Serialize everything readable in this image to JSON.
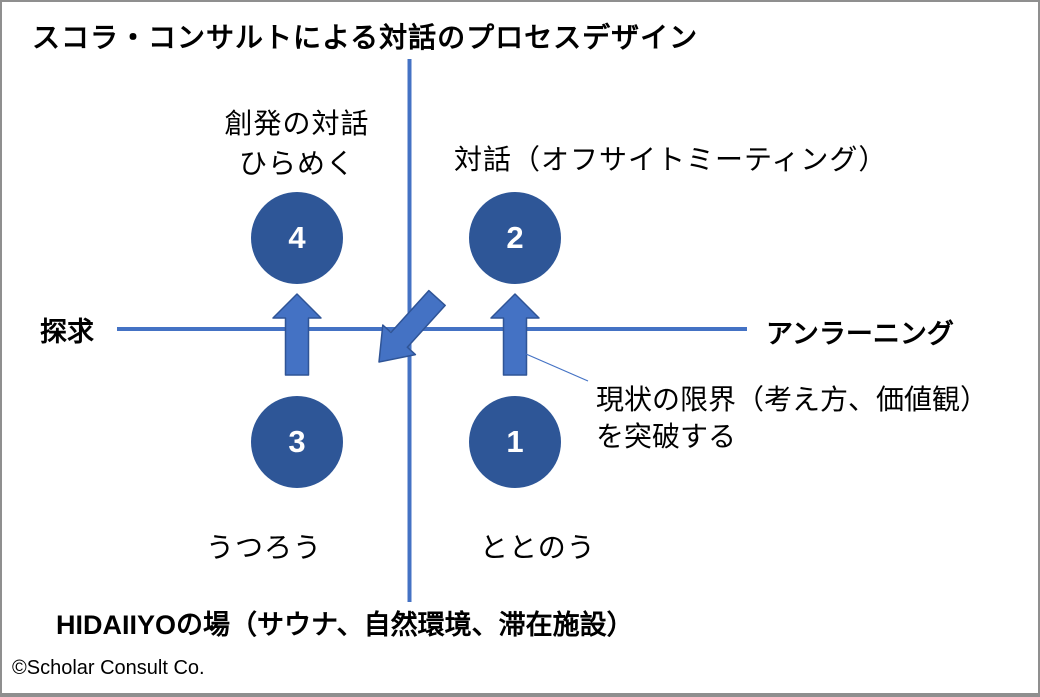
{
  "title": "スコラ・コンサルトによる対話のプロセスデザイン",
  "axes": {
    "left": "探求",
    "right": "アンラーニング"
  },
  "quadrant_labels": {
    "top_left_line1": "創発の対話",
    "top_left_line2": "ひらめく",
    "top_right": "対話（オフサイトミーティング）",
    "bottom_left": "うつろう",
    "bottom_right": "ととのう"
  },
  "steps": [
    {
      "number": "4",
      "position": "top-left"
    },
    {
      "number": "2",
      "position": "top-right"
    },
    {
      "number": "3",
      "position": "bottom-left"
    },
    {
      "number": "1",
      "position": "bottom-right"
    }
  ],
  "annotation": {
    "line1": "現状の限界（考え方、価値観）",
    "line2": "を突破する"
  },
  "bottom_label": "HIDAIIYOの場（サウナ、自然環境、滞在施設）",
  "copyright": "©Scholar Consult Co.",
  "colors": {
    "axis": "#4472C4",
    "arrow_fill": "#4472C4",
    "arrow_border": "#2F5496",
    "circle_fill": "#2E5697",
    "circle_number": "#FFFFFF",
    "text": "#000000",
    "border": "#8F8F8F"
  }
}
